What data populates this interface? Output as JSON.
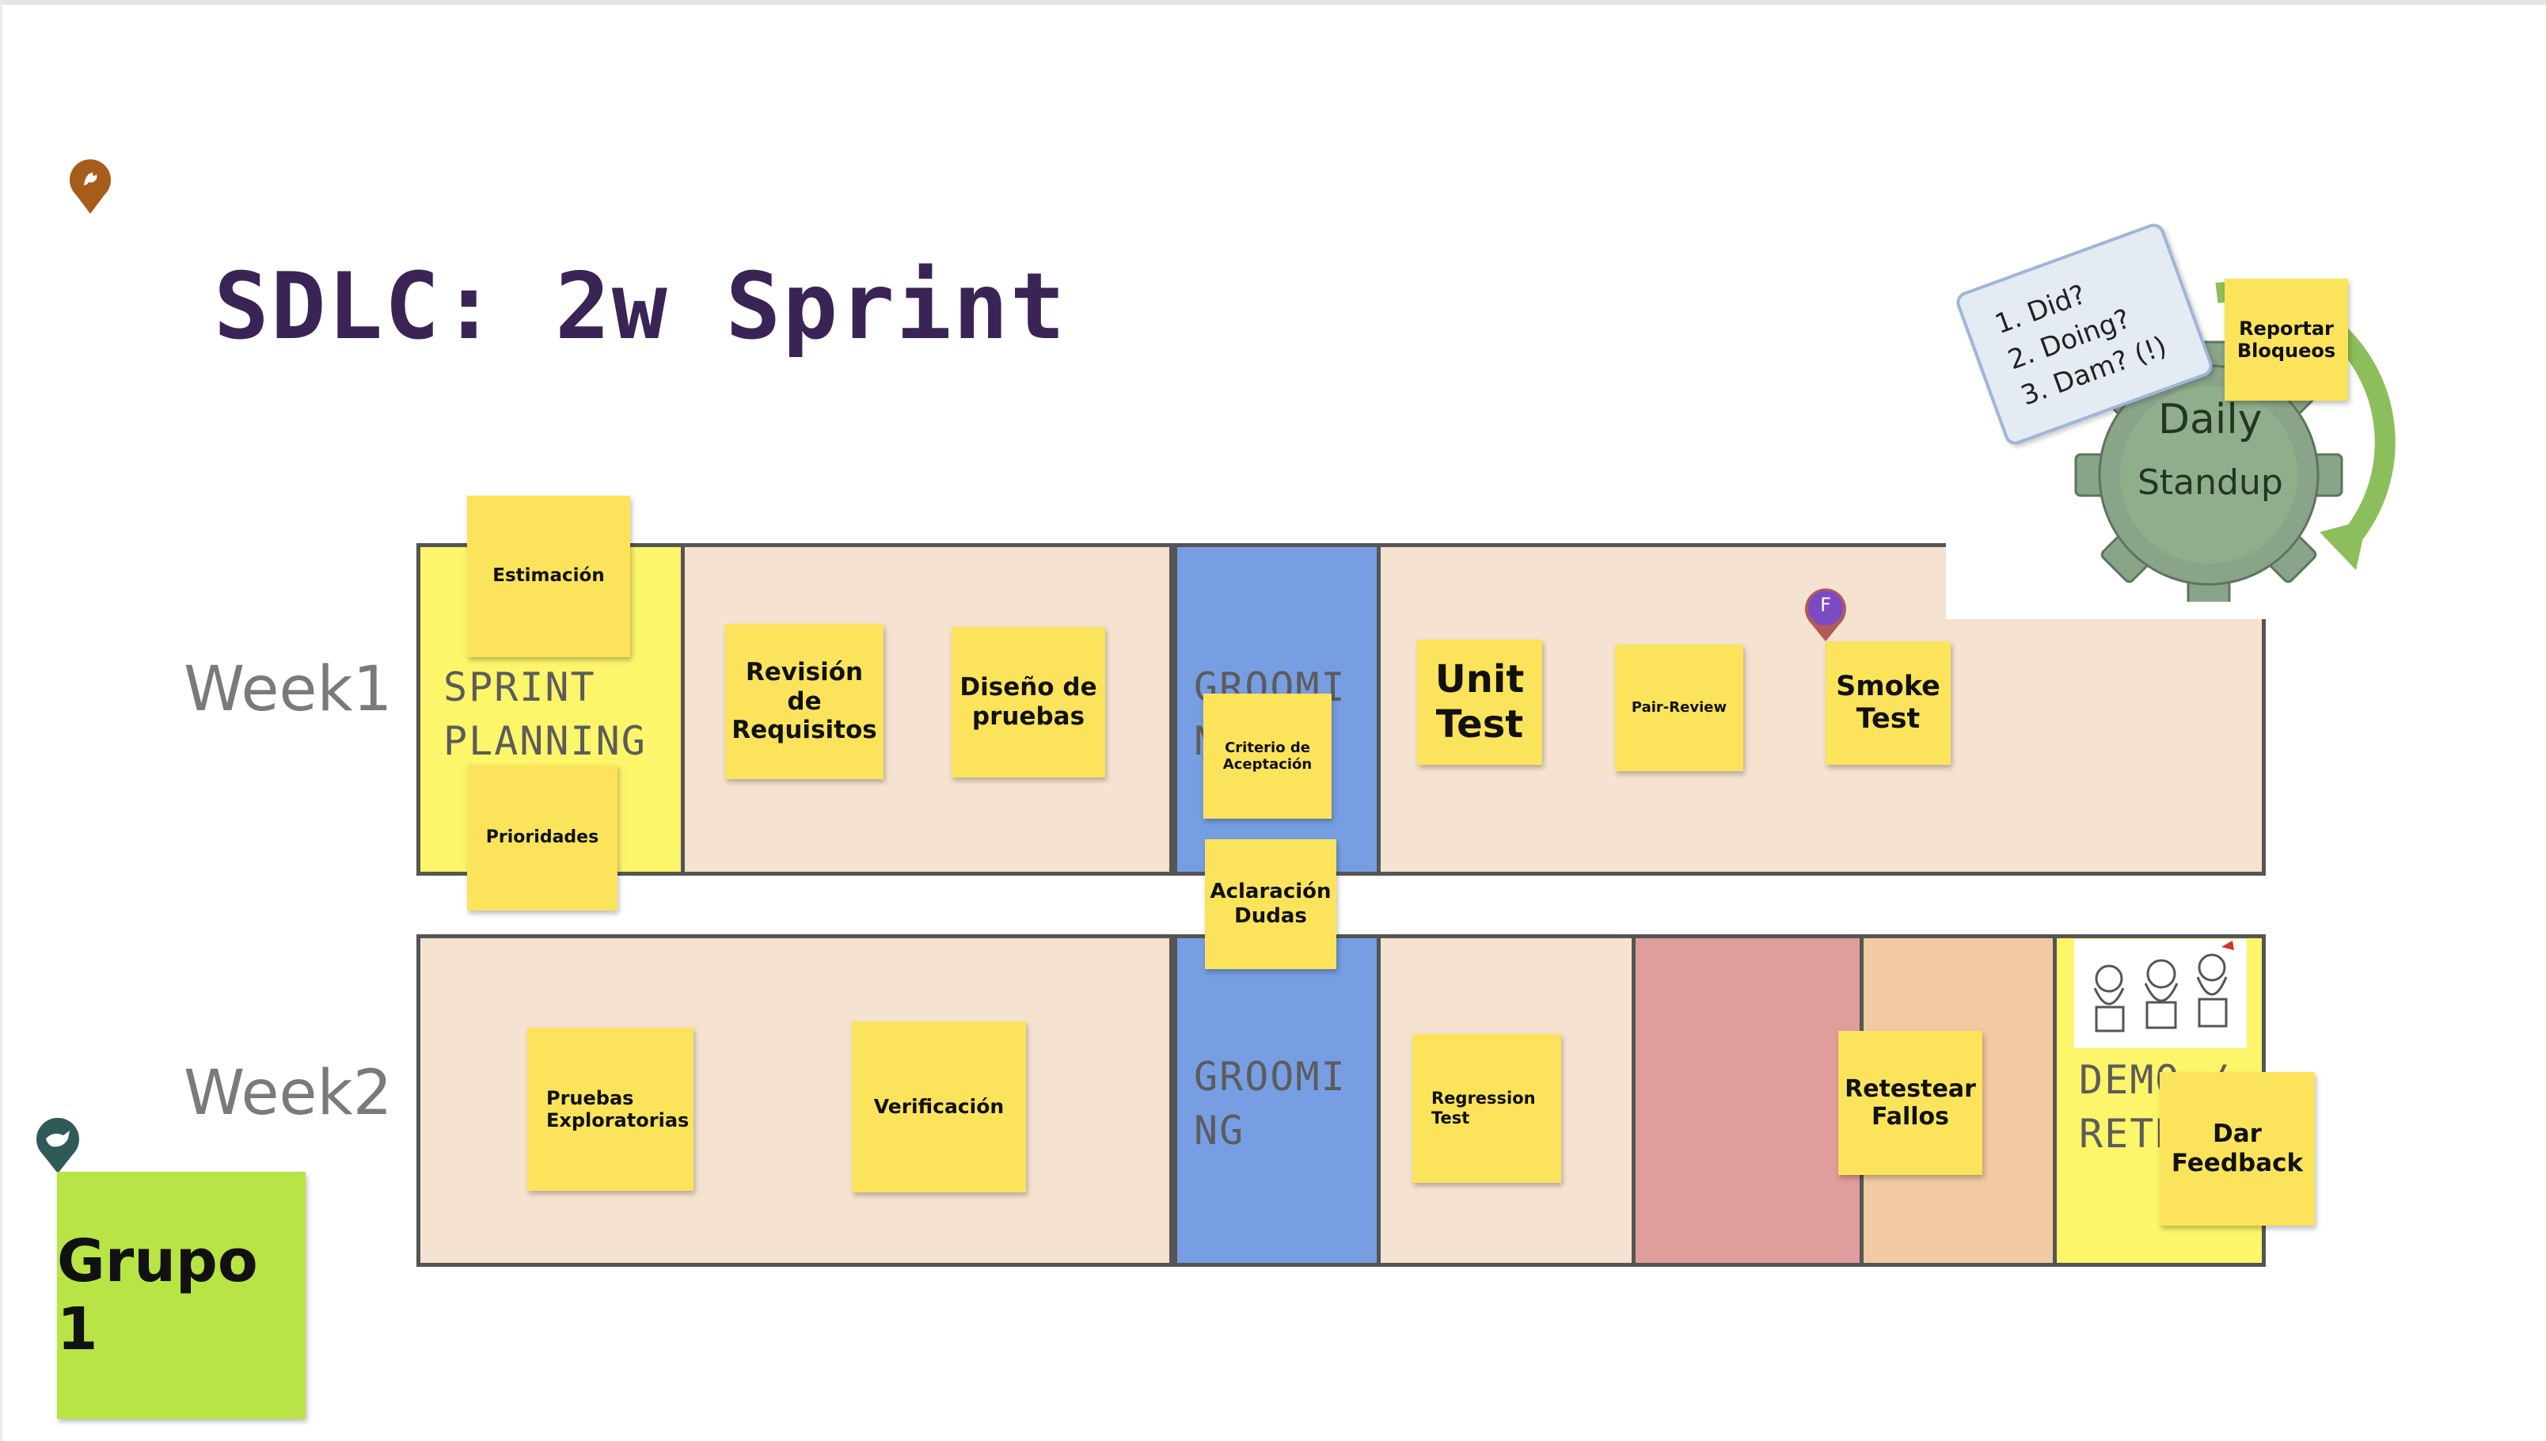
{
  "board": {
    "title": "SDLC: 2w Sprint",
    "week1_label": "Week1",
    "week2_label": "Week2"
  },
  "lanes": {
    "sprint_planning": "SPRINT\nPLANNING",
    "grooming_w1": "GROOMI\nN",
    "grooming_w2": "GROOMI\nNG",
    "demo_retro": "DEMO /\nRETRO"
  },
  "stickies": {
    "estimacion": "Estimación",
    "prioridades": "Prioridades",
    "revision_requisitos": "Revisión de Requisitos",
    "diseno_pruebas": "Diseño de pruebas",
    "criterio_aceptacion": "Criterio de Aceptación",
    "aclaracion_dudas": "Aclaración Dudas",
    "unit_test": "Unit Test",
    "pair_review": "Pair-Review",
    "smoke_test": "Smoke Test",
    "pruebas_exploratorias": "Pruebas Exploratorias",
    "verificacion": "Verificación",
    "regression_test": "Regression Test",
    "retestear_fallos": "Retestear Fallos",
    "dar_feedback": "Dar Feedback",
    "reportar_bloqueos": "Reportar Bloqueos",
    "grupo": "Grupo 1"
  },
  "standup": {
    "line1": "Daily",
    "line2": "Standup",
    "q1": "1. Did?",
    "q2": "2. Doing?",
    "q3": "3. Dam? (!)"
  },
  "cursor_badge": "F",
  "icons": [
    "pin-squirrel-icon",
    "pin-bird-icon",
    "user-cursor-icon",
    "gear-icon",
    "cycle-arrow-icon",
    "retro-cartoon-image"
  ],
  "colors": {
    "sticky_yellow": "#fbe45b",
    "lane_peach": "#f6e2d0",
    "planning_yellow": "#fdf56a",
    "grooming_blue": "#779ee3",
    "red_lane": "#df9d9b",
    "orange_lane": "#f1c9a2",
    "group_green": "#b8e445",
    "cursor_purple": "#7b4bc4"
  }
}
